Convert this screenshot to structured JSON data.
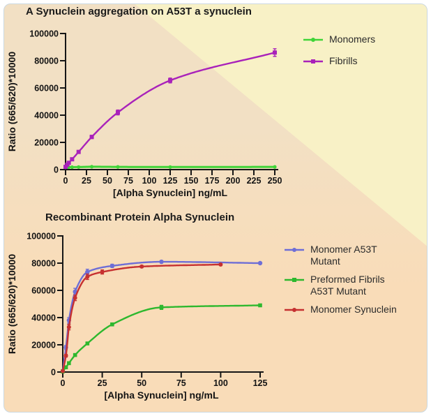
{
  "window": {
    "background": "#ffffff"
  },
  "card": {
    "border_color": "#cbd8e0",
    "bg_top_left": "#f2e0c4",
    "bg_bottom": "#f9dcb8",
    "bg_triangle": "#f8f1c6"
  },
  "chart_data": [
    {
      "type": "line",
      "title": "A Synuclein aggregation on A53T a synuclein",
      "xlabel": "[Alpha Synuclein] ng/mL",
      "ylabel": "Ratio (665/620)*10000",
      "xlim": [
        0,
        250
      ],
      "ylim": [
        0,
        100000
      ],
      "xticks": [
        0,
        25,
        50,
        75,
        100,
        125,
        150,
        175,
        200,
        225,
        250
      ],
      "yticks": [
        0,
        20000,
        40000,
        60000,
        80000,
        100000
      ],
      "grid": false,
      "legend_position": "right",
      "series": [
        {
          "name": "Monomers",
          "color": "#3fd437",
          "marker": "circle",
          "x": [
            0,
            2,
            3.9,
            7.8,
            15.6,
            31.3,
            62.5,
            125,
            250
          ],
          "y": [
            1700,
            1750,
            1800,
            1800,
            1900,
            2100,
            2000,
            1900,
            2000
          ],
          "yerr": [
            0,
            0,
            0,
            0,
            0,
            0,
            0,
            0,
            0
          ]
        },
        {
          "name": "Fibrills",
          "color": "#a922ba",
          "marker": "square",
          "x": [
            0,
            2,
            3.9,
            7.8,
            15.6,
            31.3,
            62.5,
            125,
            250
          ],
          "y": [
            2000,
            3600,
            5000,
            7600,
            13000,
            24000,
            42000,
            65500,
            86000
          ],
          "yerr": [
            0,
            400,
            500,
            600,
            800,
            1200,
            1800,
            1800,
            2800
          ]
        }
      ]
    },
    {
      "type": "line",
      "title": "Recombinant Protein Alpha Synuclein",
      "xlabel": "[Alpha Synuclein] ng/mL",
      "ylabel": "Ratio (665/620)*10000",
      "xlim": [
        0,
        125
      ],
      "ylim": [
        0,
        100000
      ],
      "xticks": [
        0,
        25,
        50,
        75,
        100,
        125
      ],
      "yticks": [
        0,
        20000,
        40000,
        60000,
        80000,
        100000
      ],
      "grid": false,
      "legend_position": "right",
      "series": [
        {
          "name": "Monomer A53T Mutant",
          "color": "#6e6ed6",
          "marker": "circle",
          "x": [
            0,
            2,
            3.9,
            7.8,
            15.6,
            31.3,
            62.5,
            125
          ],
          "y": [
            800,
            18000,
            38000,
            59000,
            73500,
            78000,
            81000,
            80000
          ],
          "yerr": [
            0,
            1500,
            2000,
            2500,
            2000,
            1200,
            800,
            600
          ]
        },
        {
          "name": "Preformed Fibrils A53T Mutant",
          "color": "#2eb82e",
          "marker": "square",
          "x": [
            0,
            2,
            3.9,
            7.8,
            15.6,
            31.3,
            62.5,
            125
          ],
          "y": [
            400,
            3500,
            6500,
            12500,
            21000,
            35000,
            47500,
            49000
          ],
          "yerr": [
            0,
            0,
            0,
            0,
            0,
            0,
            1500,
            0
          ]
        },
        {
          "name": "Monomer Synuclein",
          "color": "#c63030",
          "marker": "circle",
          "x": [
            0,
            2,
            3.9,
            7.8,
            15.6,
            25,
            50,
            100
          ],
          "y": [
            700,
            12000,
            33000,
            54500,
            70000,
            73500,
            77500,
            79000
          ],
          "yerr": [
            0,
            1000,
            2000,
            2000,
            2000,
            1500,
            800,
            600
          ]
        }
      ]
    }
  ]
}
